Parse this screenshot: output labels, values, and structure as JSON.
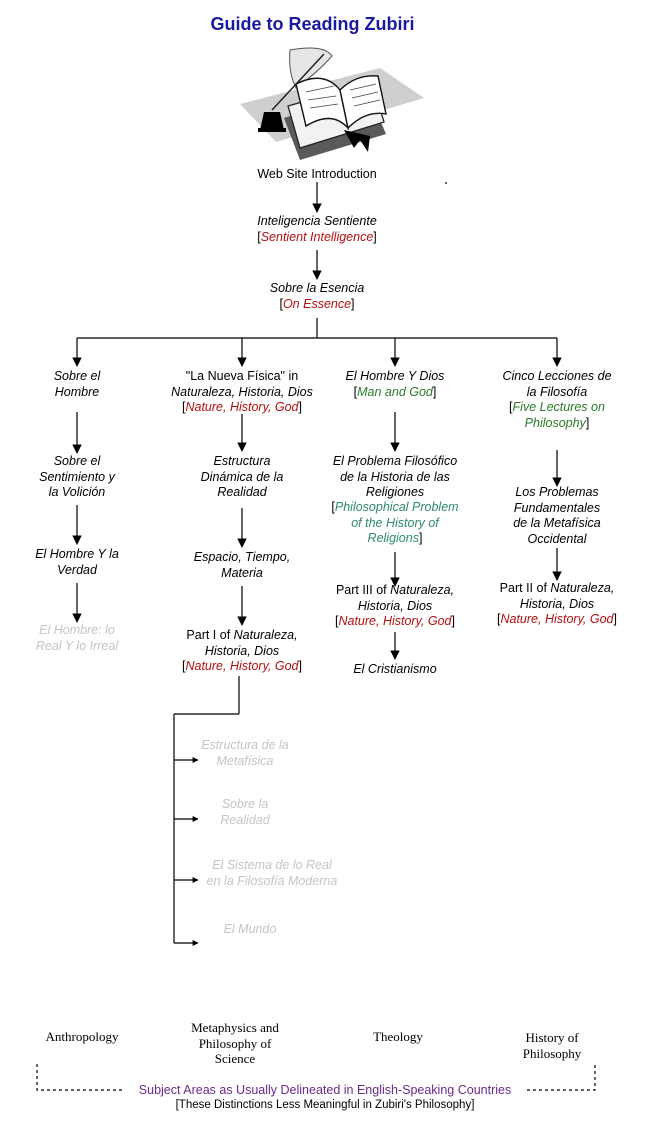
{
  "title": "Guide to Reading Zubiri",
  "intro": "Web Site Introduction",
  "books": {
    "inteligencia": {
      "es": "Inteligencia Sentiente",
      "en": "Sentient Intelligence"
    },
    "esencia": {
      "es": "Sobre la Esencia",
      "en": "On Essence"
    },
    "hombre": {
      "es_l1": "Sobre el",
      "es_l2": "Hombre"
    },
    "sentimiento": {
      "l1": "Sobre el",
      "l2": "Sentimiento y",
      "l3": "la Volición"
    },
    "verdad": {
      "l1": "El Hombre Y la",
      "l2": "Verdad"
    },
    "irreal": {
      "l1": "El Hombre: lo",
      "l2": "Real Y lo Irreal"
    },
    "fisica": {
      "l1_quote": "\"La Nueva Física\"",
      "l1_in": " in",
      "l2": "Naturaleza, Historia, Dios",
      "en": "Nature, History, God"
    },
    "estructura_dinamica": {
      "l1": "Estructura",
      "l2": "Dinámica de la",
      "l3": "Realidad"
    },
    "espacio": {
      "l1": "Espacio, Tiempo,",
      "l2": "Materia"
    },
    "part1": {
      "prefix": "Part I of ",
      "l1_it": "Naturaleza,",
      "l2": "Historia, Dios",
      "en": "Nature, History, God"
    },
    "dios": {
      "es": "El Hombre Y Dios",
      "en": "Man and God"
    },
    "problema": {
      "l1": "El Problema Filosófico",
      "l2": "de la Historia de las",
      "l3": "Religiones",
      "en1": "Philosophical Problem",
      "en2": "of the History of",
      "en3": "Religions"
    },
    "part3": {
      "prefix": "Part III of ",
      "l1_it": "Naturaleza,",
      "l2": "Historia, Dios",
      "en": "Nature, History, God"
    },
    "cristianismo": {
      "es": "El Cristianismo"
    },
    "cinco": {
      "l1": "Cinco Lecciones de",
      "l2": "la Filosofía",
      "en1": "Five Lectures on",
      "en2": "Philosophy"
    },
    "problemas": {
      "l1": "Los Problemas",
      "l2": "Fundamentales",
      "l3": "de la Metafísica",
      "l4": "Occidental"
    },
    "part2": {
      "prefix": "Part II of ",
      "l1_it": "Naturaleza,",
      "l2": "Historia, Dios",
      "en": "Nature, History, God"
    },
    "estructura_metafisica": {
      "l1": "Estructura de la",
      "l2": "Metafísica"
    },
    "sobre_realidad": {
      "l1": "Sobre la",
      "l2": "Realidad"
    },
    "sistema": {
      "l1": "El Sistema de lo Real",
      "l2": "en la Filosofía Moderna"
    },
    "mundo": {
      "es": "El Mundo"
    }
  },
  "areas": {
    "anthropology": "Anthropology",
    "metaphysics": {
      "l1": "Metaphysics and",
      "l2": "Philosophy of",
      "l3": "Science"
    },
    "theology": "Theology",
    "history": {
      "l1": "History of",
      "l2": "Philosophy"
    }
  },
  "subject_caption": "Subject Areas as Usually Delineated in English-Speaking Countries",
  "subject_note": "[These Distinctions Less Meaningful in Zubiri's Philosophy]",
  "colors": {
    "title": "#1a1aa0",
    "english_red": "#b01010",
    "english_green": "#2a7a2a",
    "faint": "#c4c4c4",
    "caption": "#6a2a8a"
  },
  "icons": [
    "book-quill-icon"
  ]
}
